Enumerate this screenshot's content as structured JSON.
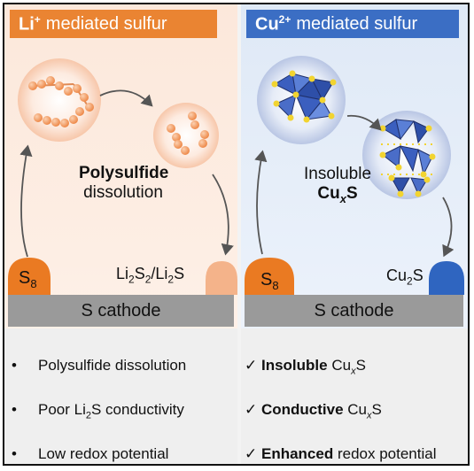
{
  "left_panel": {
    "header_ion": "Li",
    "header_charge": "+",
    "header_rest": "mediated sulfur",
    "mid_label_bold": "Polysulfide",
    "mid_label": "dissolution",
    "s8_main": "S",
    "s8_sub": "8",
    "product_label": "Li2S2/Li2S",
    "cathode": "S cathode",
    "bullets": [
      "Polysulfide dissolution",
      "Poor Li2S conductivity",
      "Low redox potential"
    ],
    "colors": {
      "header": "#ea8432",
      "s8": "#ea7a22",
      "product": "#f4b38a"
    }
  },
  "right_panel": {
    "header_ion": "Cu",
    "header_charge": "2+",
    "header_rest": "mediated sulfur",
    "mid_label": "Insoluble",
    "mid_label_bold_main": "Cu",
    "mid_label_bold_x": "x",
    "mid_label_bold_end": "S",
    "s8_main": "S",
    "s8_sub": "8",
    "product_label": "Cu2S",
    "cathode": "S cathode",
    "checks": [
      {
        "bold": "Insoluble",
        "rest": "CuxS"
      },
      {
        "bold": "Conductive",
        "rest": "CuxS"
      },
      {
        "bold": "Enhanced",
        "rest": "redox potential"
      }
    ],
    "colors": {
      "header": "#3b6ec4",
      "s8": "#ea7a22",
      "product": "#2f65c0"
    }
  },
  "symbols": {
    "bullet": "•",
    "check": "✓"
  }
}
